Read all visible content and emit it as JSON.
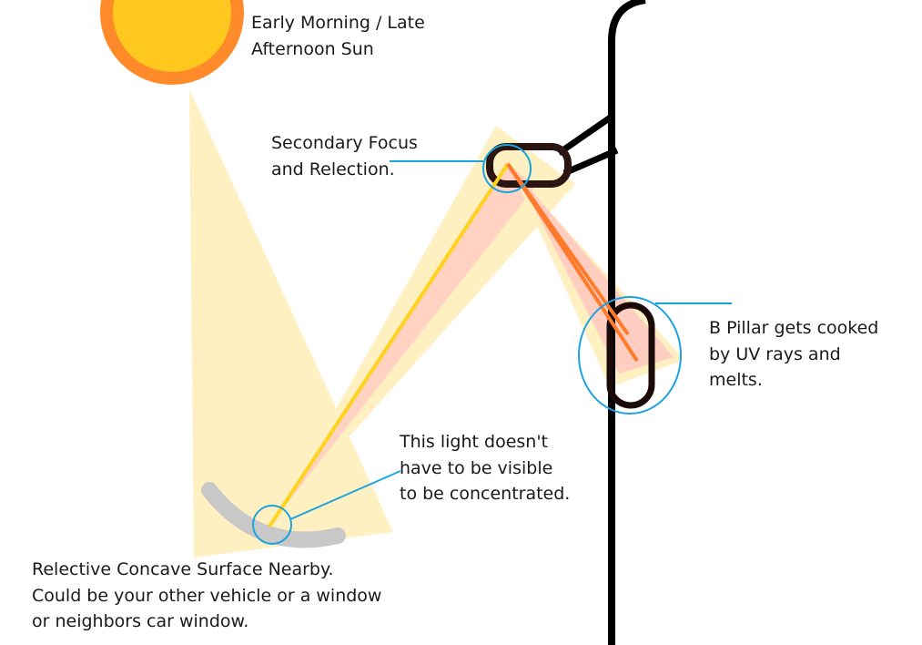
{
  "labels": {
    "sun": {
      "line1": "Early Morning / Late",
      "line2": "Afternoon Sun"
    },
    "secondary_focus": {
      "line1": "Secondary Focus",
      "line2": "and Relection."
    },
    "b_pillar": {
      "line1": "B Pillar gets cooked",
      "line2": "by UV rays and",
      "line3": "melts."
    },
    "light": {
      "line1": "This light doesn't",
      "line2": "have to be visible",
      "line3": "to be concentrated."
    },
    "surface": {
      "line1": "Relective Concave Surface Nearby.",
      "line2": "Could be your other vehicle or a window",
      "line3": "or neighbors car window."
    }
  },
  "colors": {
    "sun_fill": "#FFC81E",
    "sun_ring": "#FF8A2A",
    "beam_light": "#FFF0C2",
    "beam_pink": "#FFC8C0",
    "ray_yellow": "#FFD21E",
    "ray_orange": "#FF7A2A",
    "callout_blue": "#1AA3E0",
    "outline_black": "#000000",
    "surface_gray": "#C8C8C8"
  }
}
